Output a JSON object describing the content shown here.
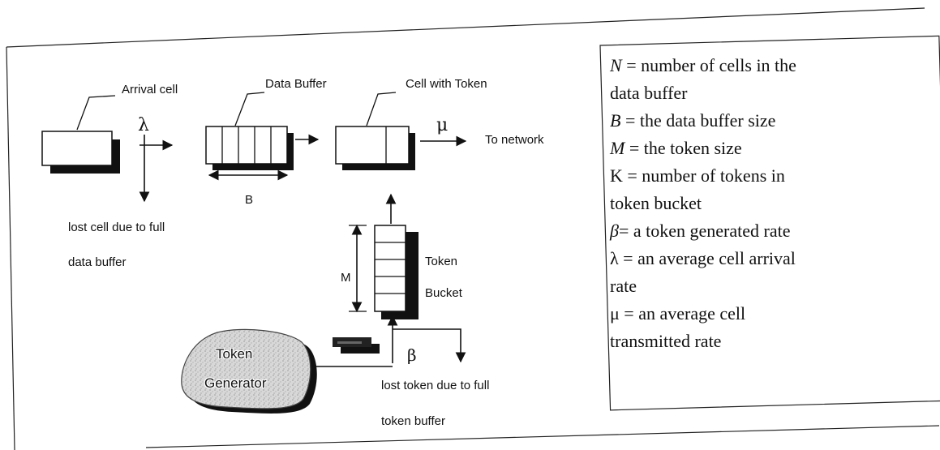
{
  "labels": {
    "arrival_cell": "Arrival cell",
    "data_buffer": "Data Buffer",
    "cell_with_token": "Cell with Token",
    "to_network": "To network",
    "lambda": "λ",
    "mu": "μ",
    "beta": "β",
    "b": "B",
    "m": "M",
    "lost_cell_1": "lost cell due to full",
    "lost_cell_2": "data buffer",
    "token_bucket_1": "Token",
    "token_bucket_2": "Bucket",
    "token_gen_1": "Token",
    "token_gen_2": "Generator",
    "lost_token_1": "lost token due to full",
    "lost_token_2": "token buffer"
  },
  "legend": {
    "l1_sym": "N",
    "l1_text": " = number of cells in the",
    "l2": "data buffer",
    "l3_sym": "B",
    "l3_text": " = the data buffer size",
    "l4_sym": "M",
    "l4_text": " = the token size",
    "l5": "K = number of tokens in",
    "l6": "token bucket",
    "l7_sym": "β",
    "l7_text": "= a token generated rate",
    "l8": "λ = an average cell arrival",
    "l9": "rate",
    "l10": "μ = an average cell",
    "l11": "transmitted rate"
  }
}
